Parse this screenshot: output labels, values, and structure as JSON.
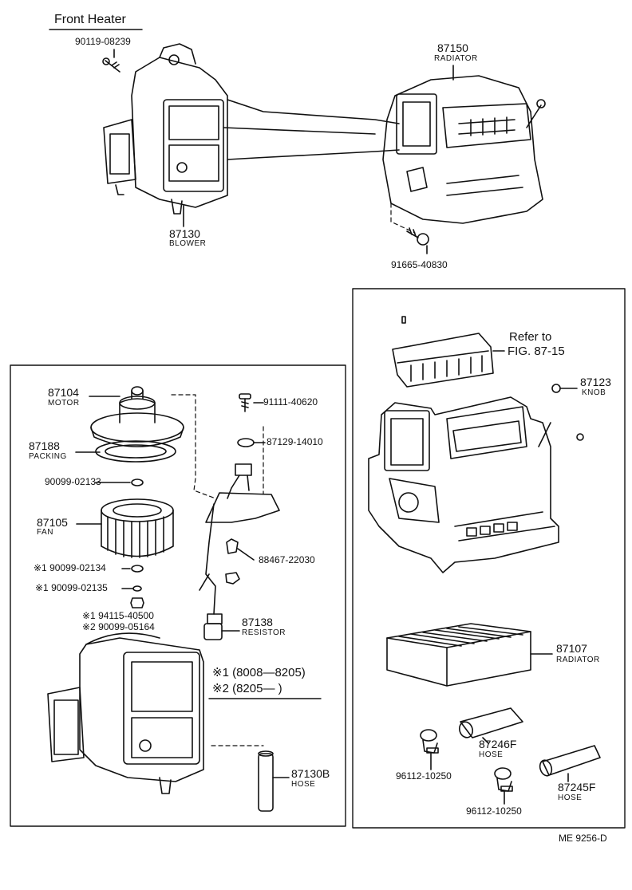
{
  "header": {
    "title": "Front Heater"
  },
  "parts": {
    "bolt_top": "90119-08239",
    "blower_num": "87130",
    "blower_name": "BLOWER",
    "radiator_top_num": "87150",
    "radiator_top_name": "RADIATOR",
    "screw_radiator": "91665-40830",
    "motor_num": "87104",
    "motor_name": "MOTOR",
    "packing_num": "87188",
    "packing_name": "PACKING",
    "washer1": "90099-02133",
    "fan_num": "87105",
    "fan_name": "FAN",
    "washer2": "※1 90099-02134",
    "washer3": "※1 90099-02135",
    "nut1": "※1 94115-40500",
    "nut2": "※2 90099-05164",
    "screw_resistor": "91111-40620",
    "gasket": "87129-14010",
    "grommet": "88467-22030",
    "resistor_num": "87138",
    "resistor_name": "RESISTOR",
    "hose_num": "87130B",
    "hose_name": "HOSE",
    "refer_line1": "Refer to",
    "refer_line2": "FIG. 87-15",
    "knob_num": "87123",
    "knob_name": "KNOB",
    "radiator_num": "87107",
    "radiator_name": "RADIATOR",
    "hose_f_num": "87246F",
    "hose_f_name": "HOSE",
    "clamp1": "96112-10250",
    "hose_f2_num": "87245F",
    "hose_f2_name": "HOSE",
    "clamp2": "96112-10250"
  },
  "notes": {
    "note1": "※1 (8008—8205)",
    "note2": "※2 (8205—        )"
  },
  "footer": {
    "code": "ME 9256-D"
  }
}
